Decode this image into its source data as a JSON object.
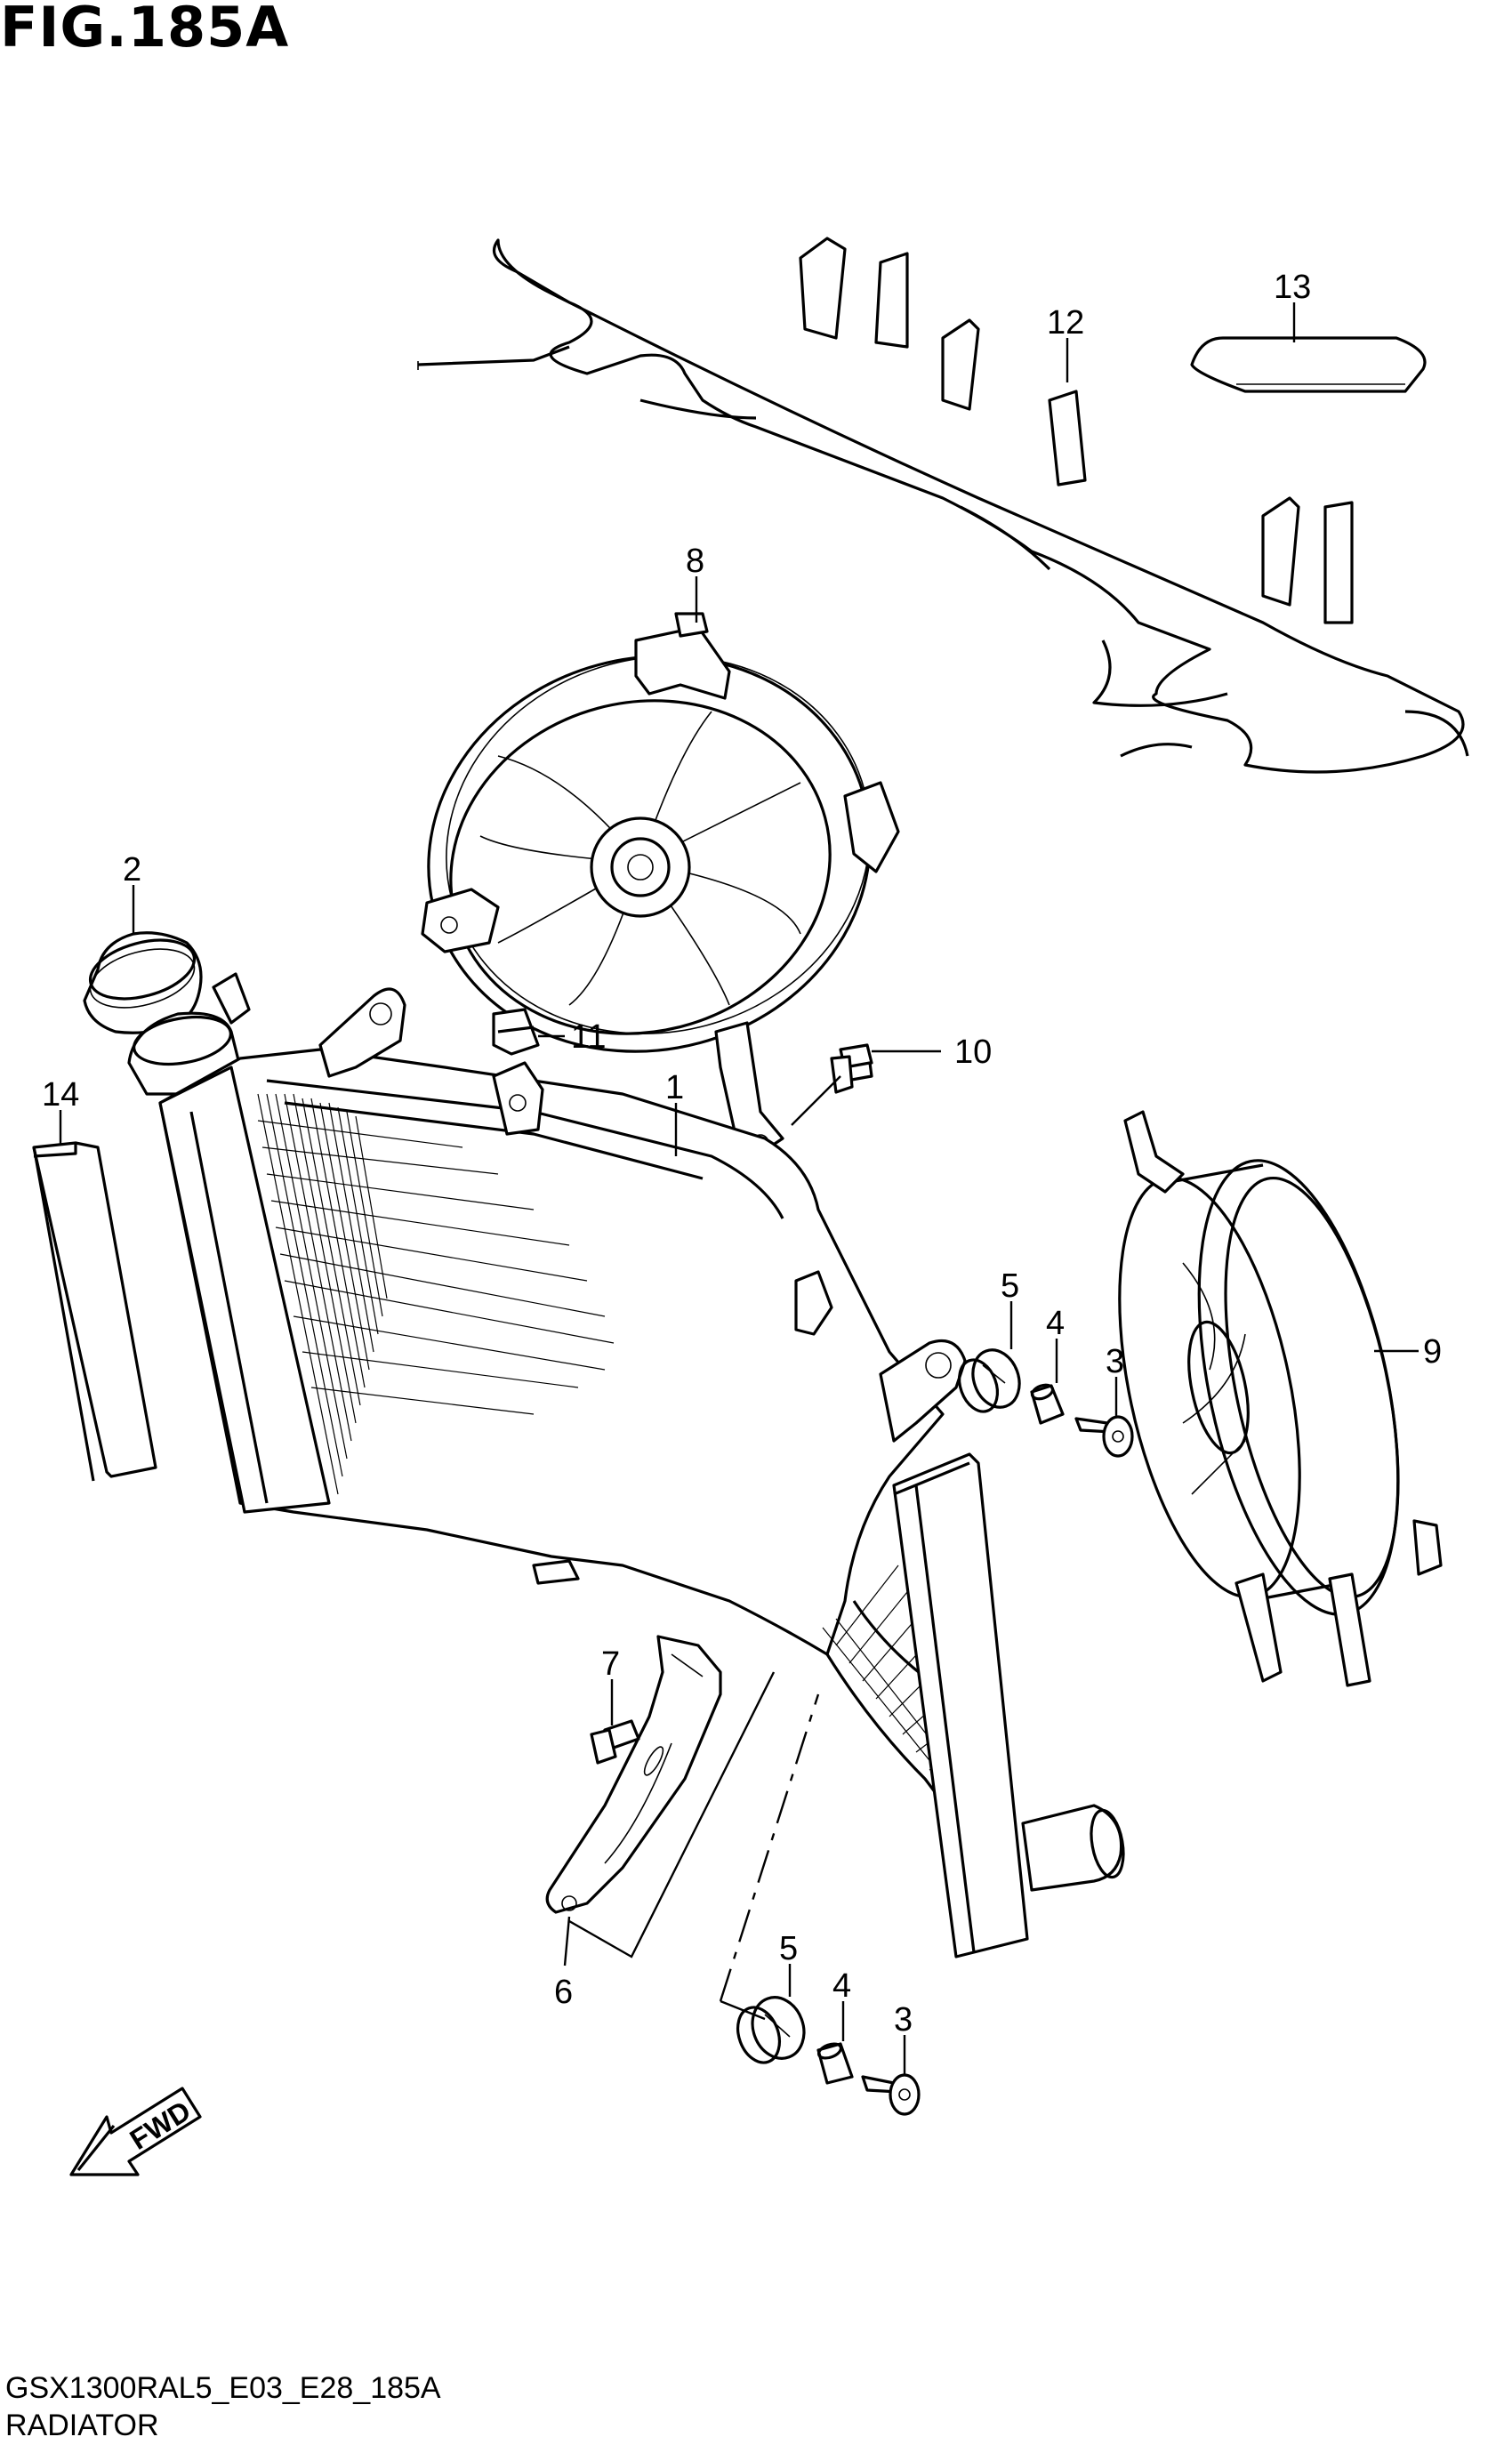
{
  "figure": {
    "title": "FIG.185A",
    "code": "GSX1300RAL5_E03_E28_185A",
    "name": "RADIATOR",
    "direction_label": "FWD"
  },
  "callouts": [
    {
      "id": "c1",
      "label": "1"
    },
    {
      "id": "c2",
      "label": "2"
    },
    {
      "id": "c3a",
      "label": "3"
    },
    {
      "id": "c3b",
      "label": "3"
    },
    {
      "id": "c4a",
      "label": "4"
    },
    {
      "id": "c4b",
      "label": "4"
    },
    {
      "id": "c5a",
      "label": "5"
    },
    {
      "id": "c5b",
      "label": "5"
    },
    {
      "id": "c6",
      "label": "6"
    },
    {
      "id": "c7",
      "label": "7"
    },
    {
      "id": "c8",
      "label": "8"
    },
    {
      "id": "c9",
      "label": "9"
    },
    {
      "id": "c10",
      "label": "10"
    },
    {
      "id": "c11",
      "label": "11"
    },
    {
      "id": "c12",
      "label": "12"
    },
    {
      "id": "c13",
      "label": "13"
    },
    {
      "id": "c14",
      "label": "14"
    }
  ]
}
